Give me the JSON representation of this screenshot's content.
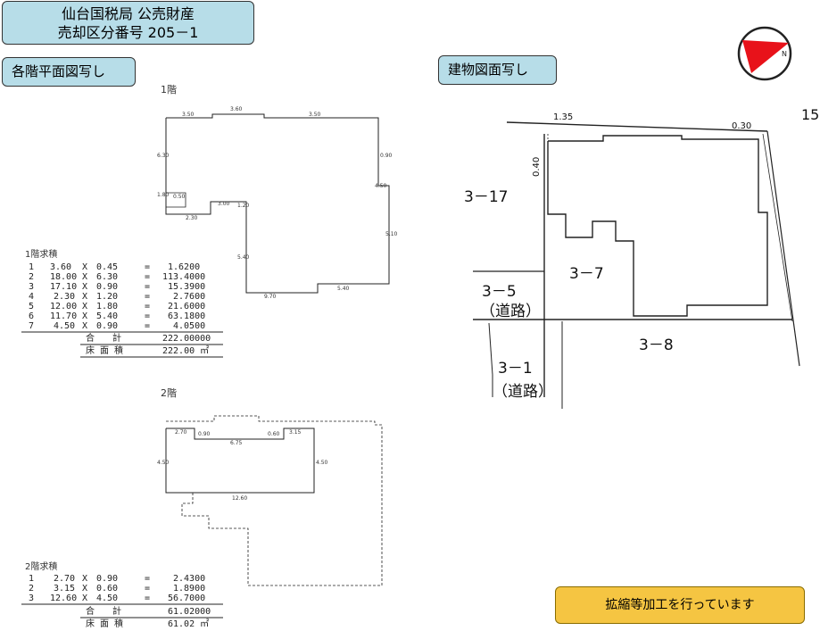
{
  "header": {
    "line1": "仙台国税局 公売財産",
    "line2": "売却区分番号 205－1"
  },
  "labels": {
    "floor_plan": "各階平面図写し",
    "building_plan": "建物図面写し",
    "notice": "拡縮等加工を行っています"
  },
  "floor1": {
    "title": "1階",
    "dims": {
      "d350a": "3.50",
      "d360": "3.60",
      "d350b": "3.50",
      "d630": "6.30",
      "d090": "0.90",
      "d180": "1.80",
      "d050": "0.50",
      "d230": "2.30",
      "d120": "1.20",
      "d300": "3.00",
      "d540": "5.40",
      "d510": "5.10",
      "d970": "9.70",
      "d540b": "5.40",
      "d450": "4.50"
    },
    "calc_title": "1階求積",
    "rows": [
      {
        "n": "1",
        "a": "3.60",
        "x": "X",
        "b": "0.45",
        "eq": "=",
        "r": "1.6200"
      },
      {
        "n": "2",
        "a": "18.00",
        "x": "X",
        "b": "6.30",
        "eq": "=",
        "r": "113.4000"
      },
      {
        "n": "3",
        "a": "17.10",
        "x": "X",
        "b": "0.90",
        "eq": "=",
        "r": "15.3900"
      },
      {
        "n": "4",
        "a": "2.30",
        "x": "X",
        "b": "1.20",
        "eq": "=",
        "r": "2.7600"
      },
      {
        "n": "5",
        "a": "12.00",
        "x": "X",
        "b": "1.80",
        "eq": "=",
        "r": "21.6000"
      },
      {
        "n": "6",
        "a": "11.70",
        "x": "X",
        "b": "5.40",
        "eq": "=",
        "r": "63.1800"
      },
      {
        "n": "7",
        "a": "4.50",
        "x": "X",
        "b": "0.90",
        "eq": "=",
        "r": "4.0500"
      }
    ],
    "total_label": "合　　計",
    "total": "222.00000",
    "area_label": "床 面 積",
    "area": "222.00 ㎡"
  },
  "floor2": {
    "title": "2階",
    "dims": {
      "d270": "2.70",
      "d090": "0.90",
      "d675": "6.75",
      "d060": "0.60",
      "d315": "3.15",
      "d450a": "4.50",
      "d450b": "4.50",
      "d1260": "12.60"
    },
    "calc_title": "2階求積",
    "rows": [
      {
        "n": "1",
        "a": "2.70",
        "x": "X",
        "b": "0.90",
        "eq": "=",
        "r": "2.4300"
      },
      {
        "n": "2",
        "a": "3.15",
        "x": "X",
        "b": "0.60",
        "eq": "=",
        "r": "1.8900"
      },
      {
        "n": "3",
        "a": "12.60",
        "x": "X",
        "b": "4.50",
        "eq": "=",
        "r": "56.7000"
      }
    ],
    "total_label": "合　　計",
    "total": "61.02000",
    "area_label": "床 面 積",
    "area": "61.02 ㎡"
  },
  "site": {
    "d135": "1.35",
    "d030": "0.30",
    "d040": "0.40",
    "lot15": "15",
    "lot317": "3－17",
    "lot37": "3－7",
    "lot35": "3－5",
    "road": "（道路）",
    "lot38": "3－8",
    "lot31": "3－1",
    "road2": "（道路）"
  },
  "compass": {
    "letter": "N"
  }
}
